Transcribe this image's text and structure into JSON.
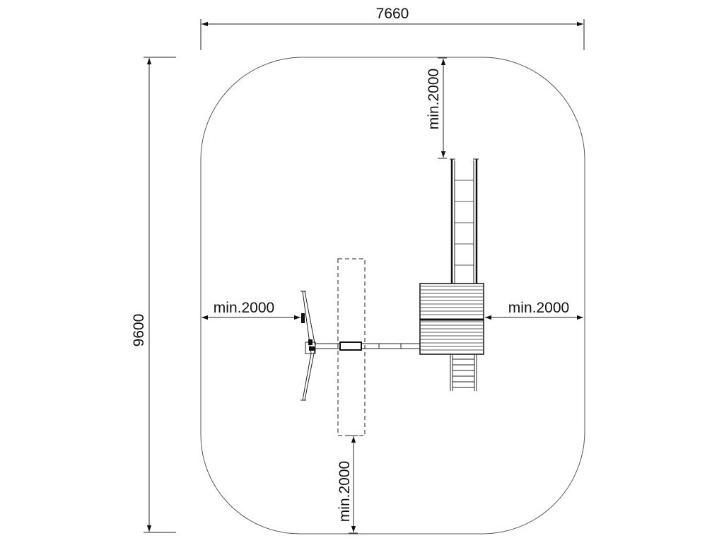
{
  "dimensions": {
    "overall_width": "7660",
    "overall_length": "9600",
    "clearance_top": "min.2000",
    "clearance_bottom": "min.2000",
    "clearance_left": "min.2000",
    "clearance_right": "min.2000"
  },
  "colors": {
    "line": "#111111",
    "zone": "#555555"
  }
}
